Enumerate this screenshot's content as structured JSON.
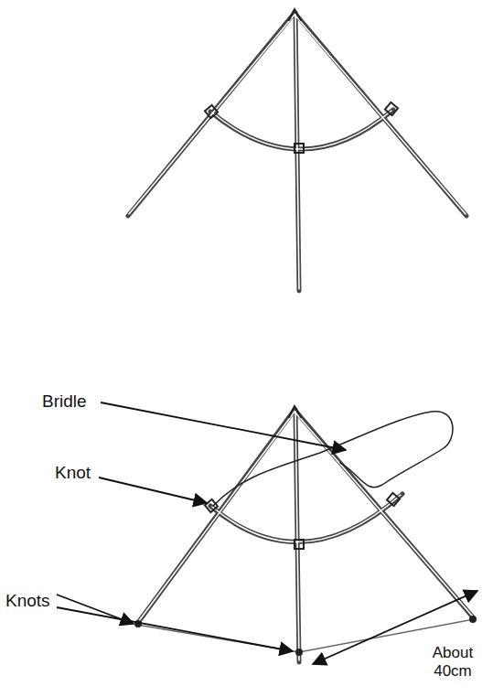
{
  "diagram": {
    "labels": [
      "Bridle",
      "Knot",
      "Knots",
      "About 40cm"
    ]
  }
}
